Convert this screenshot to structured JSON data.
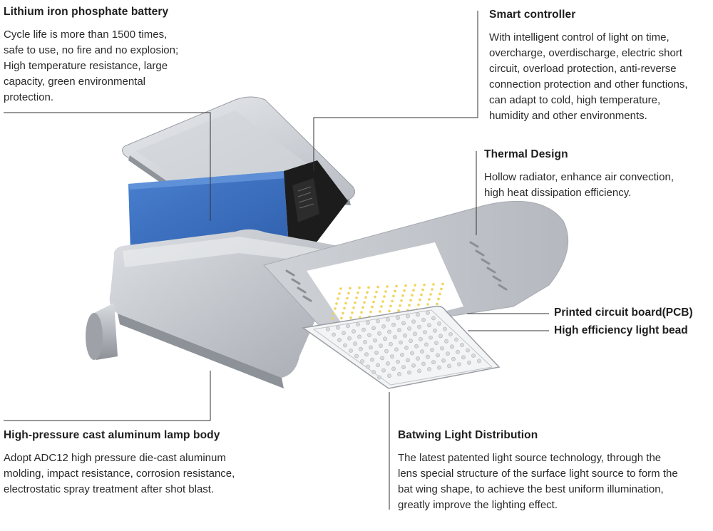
{
  "annotations": {
    "battery": {
      "title": "Lithium iron phosphate battery",
      "lines": [
        "Cycle life is more than 1500 times,",
        "safe to use, no fire and no explosion;",
        "High temperature resistance, large",
        "capacity, green environmental",
        "protection."
      ]
    },
    "controller": {
      "title": "Smart controller",
      "lines": [
        "With intelligent control of light on time,",
        "overcharge, overdischarge, electric short",
        "circuit, overload protection, anti-reverse",
        "connection protection and other functions,",
        "can adapt to cold, high temperature,",
        "humidity and other environments."
      ]
    },
    "thermal": {
      "title": "Thermal Design",
      "lines": [
        "Hollow radiator, enhance air convection,",
        "high heat dissipation efficiency."
      ]
    },
    "pcb": {
      "title": "Printed circuit board(PCB)"
    },
    "bead": {
      "title": "High efficiency light bead"
    },
    "body": {
      "title": "High-pressure cast aluminum lamp body",
      "lines": [
        "Adopt ADC12 high pressure die-cast aluminum",
        "molding, impact resistance, corrosion resistance,",
        "electrostatic spray treatment after shot blast."
      ]
    },
    "batwing": {
      "title": "Batwing Light Distribution",
      "lines": [
        "The latest patented light source technology, through the",
        "lens special structure of the surface light source to form the",
        "bat wing shape, to achieve the best uniform illumination,",
        "greatly improve the lighting effect."
      ]
    }
  },
  "colors": {
    "text": "#1e1e1e",
    "leader_line": "#333333",
    "battery_blue": "#3a6fc0",
    "housing_gray": "#c9ccd2",
    "controller_black": "#1c1c1c",
    "led_yellow": "#f1d35a"
  }
}
